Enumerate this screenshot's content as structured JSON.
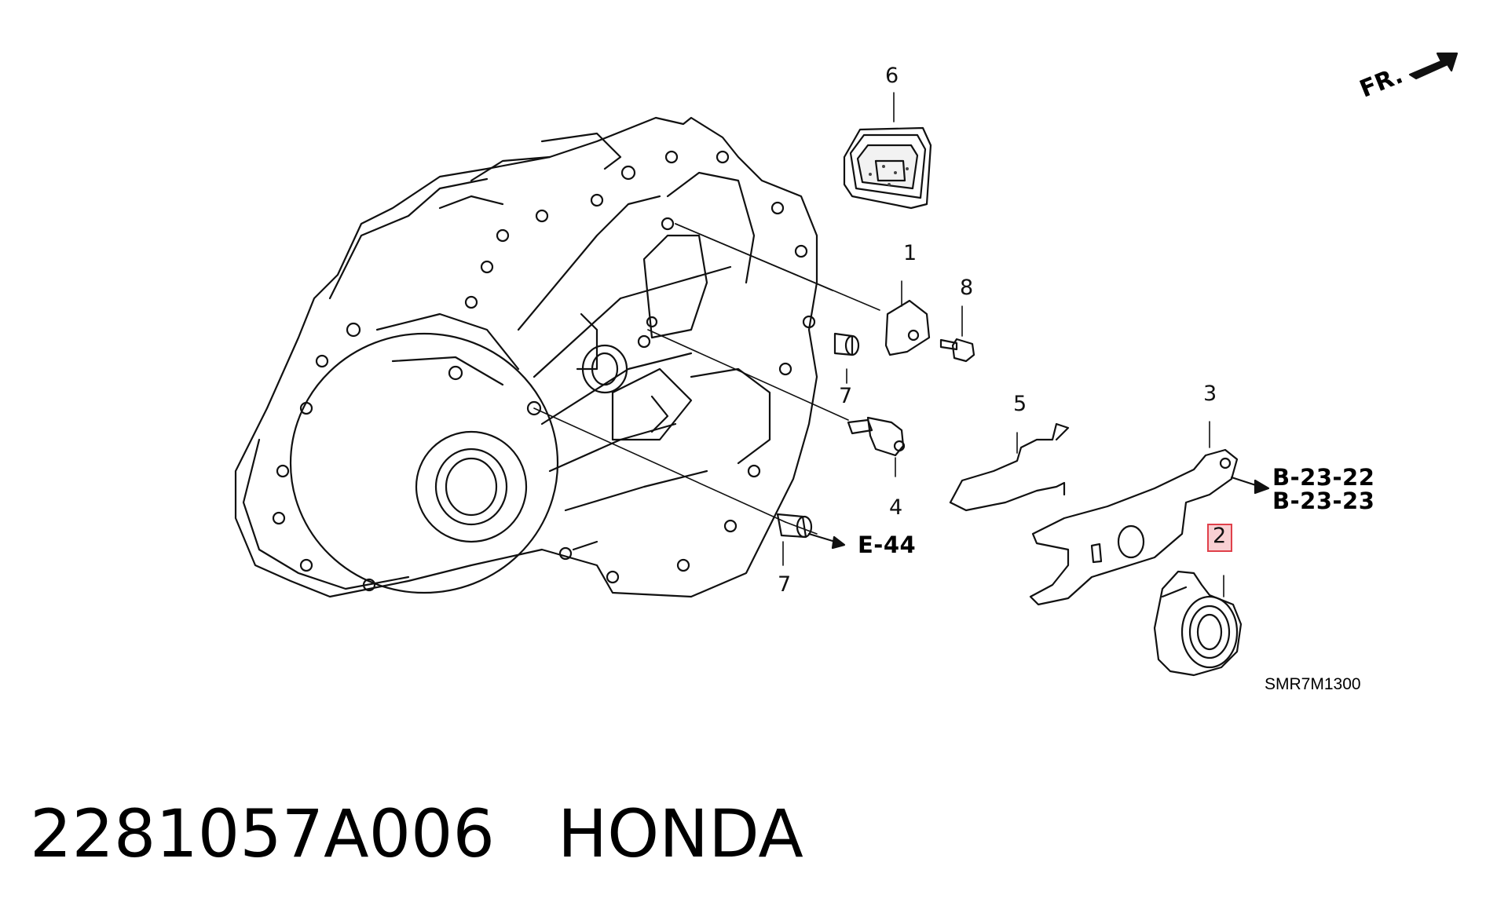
{
  "diagram": {
    "callouts": [
      {
        "id": "callout-1",
        "text": "1"
      },
      {
        "id": "callout-2",
        "text": "2"
      },
      {
        "id": "callout-3",
        "text": "3"
      },
      {
        "id": "callout-4",
        "text": "4"
      },
      {
        "id": "callout-5",
        "text": "5"
      },
      {
        "id": "callout-6",
        "text": "6"
      },
      {
        "id": "callout-7a",
        "text": "7"
      },
      {
        "id": "callout-7b",
        "text": "7"
      },
      {
        "id": "callout-8",
        "text": "8"
      }
    ],
    "references": {
      "e44": "E-44",
      "b2322": "B-23-22",
      "b2323": "B-23-23"
    },
    "direction_label": "FR.",
    "drawing_code": "SMR7M1300",
    "highlight_color": "#e0404a"
  },
  "caption": {
    "part_number": "2281057A006",
    "brand": "HONDA"
  }
}
